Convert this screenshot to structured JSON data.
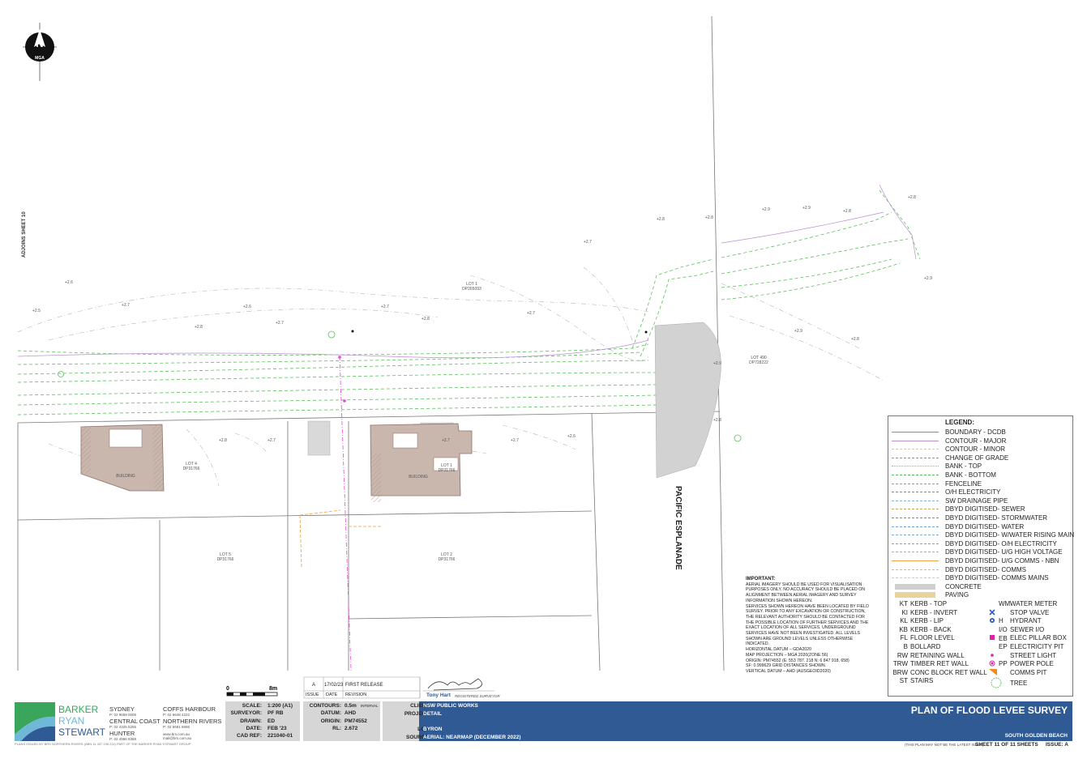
{
  "map": {
    "north_label": "N",
    "north_sub": "MGA",
    "adjoins": "ADJOINS SHEET 10",
    "road": "PACIFIC ESPLANADE",
    "lots": [
      {
        "lot": "LOT 1",
        "dp": "DP265093"
      },
      {
        "lot": "LOT 4",
        "dp": "DP31766"
      },
      {
        "lot": "LOT 1",
        "dp": "DP31766"
      },
      {
        "lot": "LOT 5",
        "dp": "DP31766"
      },
      {
        "lot": "LOT 2",
        "dp": "DP31766"
      },
      {
        "lot": "LOT 490",
        "dp": "DP728222"
      }
    ],
    "building_label": "BUILDING",
    "scale_start": "0",
    "scale_end": "8m"
  },
  "legend": {
    "title": "LEGEND:",
    "lines": [
      {
        "label": "BOUNDARY - DCDB",
        "color": "#8a8aa8",
        "style": "solid"
      },
      {
        "label": "CONTOUR - MAJOR",
        "color": "#b98fd0",
        "style": "solid"
      },
      {
        "label": "CONTOUR - MINOR",
        "color": "#c9c9c9",
        "style": "dash"
      },
      {
        "label": "CHANGE OF GRADE",
        "color": "#58b858",
        "style": "dash"
      },
      {
        "label": "BANK - TOP",
        "color": "#7fc27f",
        "style": "dot"
      },
      {
        "label": "BANK - BOTTOM",
        "color": "#58b858",
        "style": "dash"
      },
      {
        "label": "FENCELINE",
        "color": "#9a9a9a",
        "style": "dashdot"
      },
      {
        "label": "O/H ELECTRICITY",
        "color": "#e44ad0",
        "style": "dashdot"
      },
      {
        "label": "SW DRAINAGE PIPE",
        "color": "#7fb4e0",
        "style": "dash"
      },
      {
        "label": "DBYD DIGITISED- SEWER",
        "color": "#c8a55e",
        "style": "dash"
      },
      {
        "label": "DBYD DIGITISED- STORMWATER",
        "color": "#5c8fcf",
        "style": "dash"
      },
      {
        "label": "DBYD DIGITISED- WATER",
        "color": "#6aa3e0",
        "style": "dash"
      },
      {
        "label": "DBYD DIGITISED- W/WATER RISING MAIN",
        "color": "#7faad0",
        "style": "dash"
      },
      {
        "label": "DBYD DIGITISED- O/H ELECTRICITY",
        "color": "#e070c8",
        "style": "dash"
      },
      {
        "label": "DBYD DIGITISED- U/G HIGH VOLTAGE",
        "color": "#d890d0",
        "style": "dash"
      },
      {
        "label": "DBYD DIGITISED- U/G COMMS - NBN",
        "color": "#f0a040",
        "style": "solid"
      },
      {
        "label": "DBYD DIGITISED- COMMS",
        "color": "#f2b060",
        "style": "dash"
      },
      {
        "label": "DBYD DIGITISED- COMMS MAINS",
        "color": "#f6c088",
        "style": "dash"
      }
    ],
    "fills": [
      {
        "label": "CONCRETE",
        "color": "#cfcfcf"
      },
      {
        "label": "PAVING",
        "color": "#e9d39a"
      }
    ],
    "abbrev_left": [
      {
        "code": "KT",
        "label": "KERB - TOP"
      },
      {
        "code": "KI",
        "label": "KERB - INVERT"
      },
      {
        "code": "KL",
        "label": "KERB - LIP"
      },
      {
        "code": "KB",
        "label": "KERB - BACK"
      },
      {
        "code": "FL",
        "label": "FLOOR LEVEL"
      },
      {
        "code": "B",
        "label": "BOLLARD"
      },
      {
        "code": "RW",
        "label": "RETAINING WALL"
      },
      {
        "code": "TRW",
        "label": "TIMBER RET WALL"
      },
      {
        "code": "BRW",
        "label": "CONC BLOCK RET WALL"
      },
      {
        "code": "ST",
        "label": "STAIRS"
      }
    ],
    "abbrev_right": [
      {
        "code": "WM",
        "label": "WATER METER",
        "icon": "none"
      },
      {
        "code": "",
        "label": "STOP VALVE",
        "icon": "stop-valve"
      },
      {
        "code": "H",
        "label": "HYDRANT",
        "icon": "hydrant"
      },
      {
        "code": "I/O",
        "label": "SEWER I/O",
        "icon": "none"
      },
      {
        "code": "EB",
        "label": "ELEC PILLAR BOX",
        "icon": "pillar-box"
      },
      {
        "code": "EP",
        "label": "ELECTRICITY PIT",
        "icon": "none"
      },
      {
        "code": "",
        "label": "STREET LIGHT",
        "icon": "street-light"
      },
      {
        "code": "PP",
        "label": "POWER POLE",
        "icon": "power-pole"
      },
      {
        "code": "",
        "label": "COMMS PIT",
        "icon": "comms-pit"
      },
      {
        "code": "",
        "label": "TREE",
        "icon": "tree"
      }
    ]
  },
  "important": {
    "heading": "IMPORTANT:",
    "lines": [
      "AERIAL IMAGERY SHOULD BE USED FOR VISUALISATION",
      "PURPOSES ONLY. NO ACCURACY SHOULD BE PLACED ON",
      "ALIGNMENT BETWEEN AERIAL IMAGERY AND SURVEY",
      "INFORMATION SHOWN HEREON.",
      "SERVICES SHOWN HEREON HAVE BEEN LOCATED BY FIELD",
      "SURVEY. PRIOR TO ANY EXCAVATION OR CONSTRUCTION,",
      "THE RELEVANT AUTHORITY SHOULD BE CONTACTED FOR",
      "THE POSSIBLE LOCATION OF FURTHER SERVICES AND THE",
      "EXACT LOCATION OF ALL SERVICES. UNDERGROUND",
      "SERVICES HAVE NOT BEEN INVESTIGATED. ALL LEVELS",
      "SHOWN ARE GROUND LEVELS UNLESS OTHERWISE",
      "INDICATED.",
      "HORIZONTAL DATUM – GDA2020",
      "MAP PROJECTION – MGA 2020(ZONE 56)",
      "ORIGIN: PM74552 (E: 553 787. 218  N: 6 847 918. 658)",
      "SF: 0.999629  GRID DISTANCES SHOWN.",
      "VERTICAL DATUM – AHD (AUSGEOID2020)"
    ]
  },
  "titleblock": {
    "company": [
      "BARKER",
      "RYAN",
      "STEWART"
    ],
    "offices": [
      {
        "name": "SYDNEY",
        "phone": "P: 02 9659 0005"
      },
      {
        "name": "CENTRAL COAST",
        "phone": "P: 02 4325 5255"
      },
      {
        "name": "HUNTER",
        "phone": "P: 02 4966 8388"
      },
      {
        "name": "COFFS HARBOUR",
        "phone": "P: 02 6648 4222"
      },
      {
        "name": "NORTHERN RIVERS",
        "phone": "P: 02 6681 6696"
      }
    ],
    "web": "www.brs.com.au",
    "email": "mail@brs.com.au",
    "footnote": "PLANS ISSUED BY BRS NORTHERN RIVERS (ABN 11 437 245 211) PART OF THE BARKER RYAN STEWART GROUP",
    "info_left": [
      {
        "key": "SCALE:",
        "val": "1:200 (A1)"
      },
      {
        "key": "SURVEYOR:",
        "val": "PF RB"
      },
      {
        "key": "DRAWN:",
        "val": "ED"
      },
      {
        "key": "DATE:",
        "val": "FEB '23"
      },
      {
        "key": "CAD REF:",
        "val": "221040-01"
      }
    ],
    "info_mid": [
      {
        "key": "CONTOURS:",
        "val": "0.5m",
        "extra": "INTERVAL"
      },
      {
        "key": "DATUM:",
        "val": "AHD",
        "extra": ""
      },
      {
        "key": "ORIGIN:",
        "val": "PM74552",
        "extra": ""
      },
      {
        "key": "RL:",
        "val": "2.672",
        "extra": ""
      }
    ],
    "revision": {
      "issue": "A",
      "date": "17/02/23",
      "desc": "FIRST RELEASE",
      "h_issue": "ISSUE",
      "h_date": "DATE",
      "h_desc": "REVISION"
    },
    "surveyor_name": "Tony Hart",
    "surveyor_role": "REGISTERED SURVEYOR",
    "client_key": "CLIENT:",
    "client": "NSW PUBLIC WORKS",
    "project_key": "PROJECT:",
    "project": "DETAIL",
    "lga_key": "LGA:",
    "lga": "BYRON",
    "source_key": "SOURCE:",
    "source": "AERIAL: NEARMAP (DECEMBER 2022)",
    "plan_title": "PLAN OF FLOOD LEVEE SURVEY",
    "location": "SOUTH GOLDEN BEACH",
    "not_latest": "(THIS PLAN MAY NOT BE THE LATEST ISSUE)",
    "sheet": "SHEET 11 OF 11 SHEETS",
    "issue": "ISSUE: A"
  }
}
